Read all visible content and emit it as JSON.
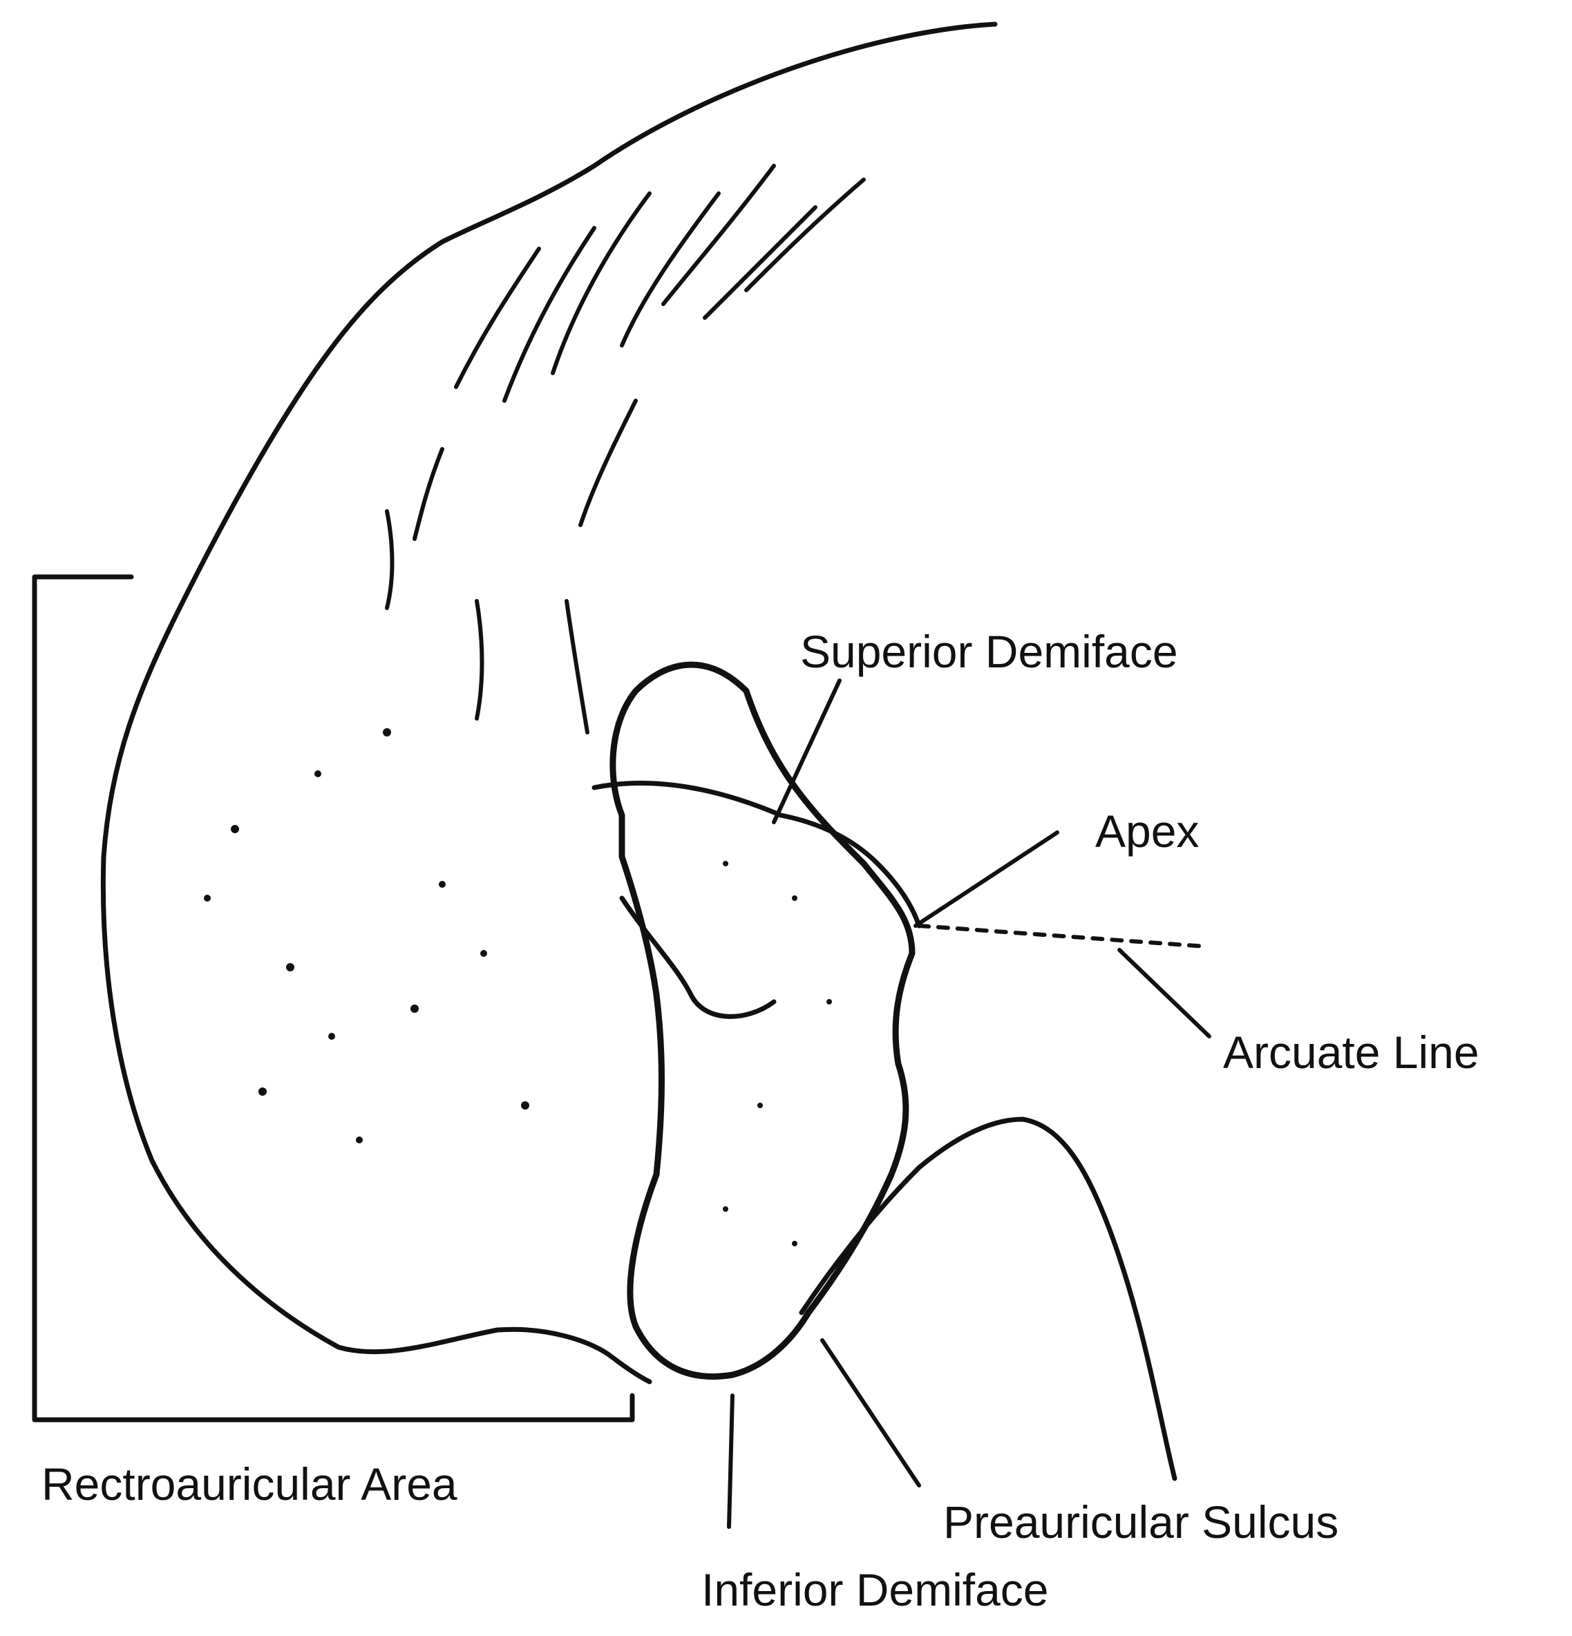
{
  "labels": {
    "superior_demiface": "Superior Demiface",
    "apex": "Apex",
    "arcuate_line": "Arcuate Line",
    "retroauricular_area": "Rectroauricular Area",
    "preauricular_sulcus": "Preauricular Sulcus",
    "inferior_demiface": "Inferior Demiface"
  },
  "colors": {
    "ink": "#111111",
    "paper": "#ffffff"
  }
}
